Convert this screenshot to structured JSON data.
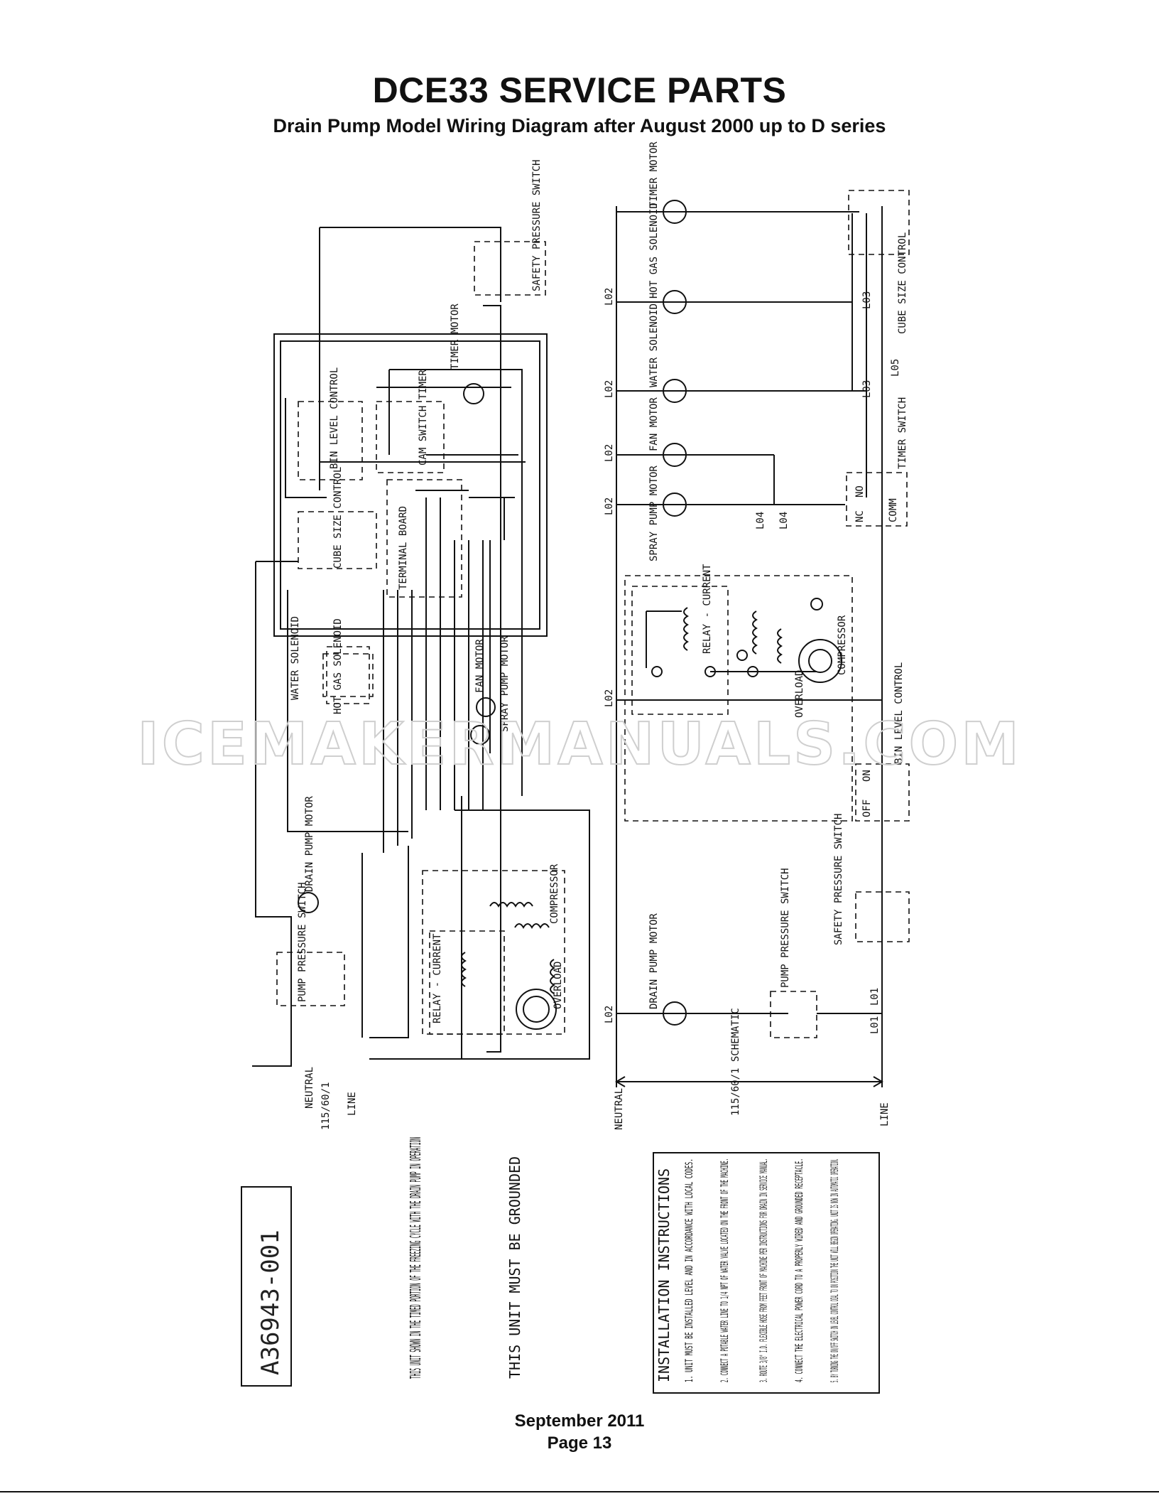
{
  "header": {
    "title": "DCE33 SERVICE PARTS",
    "subtitle": "Drain Pump Model Wiring Diagram after August 2000 up to D series"
  },
  "watermark": "ICEMAKERMANUALS.COM",
  "footer": {
    "date": "September 2011",
    "page": "Page 13"
  },
  "pictorial": {
    "components": {
      "timer_motor": "TIMER MOTOR",
      "safety_switch": "SAFETY PRESSURE SWITCH",
      "bin_level": "BIN LEVEL CONTROL",
      "cam_switch": "CAM SWITCH TIMER",
      "cube_size": "CUBE SIZE CONTROL",
      "terminal_board": "TERMINAL BOARD",
      "water_solenoid": "WATER SOLENOID",
      "hot_gas": "HOT GAS SOLENOID",
      "fan_motor": "FAN MOTOR",
      "spray_pump": "SPRAY PUMP MOTOR",
      "drain_pump": "DRAIN PUMP MOTOR",
      "pump_pressure": "PUMP PRESSURE SWITCH",
      "compressor": "COMPRESSOR",
      "relay": "RELAY - CURRENT",
      "overload": "OVERLOAD",
      "neutral": "NEUTRAL",
      "line": "LINE",
      "supply": "115/60/1"
    }
  },
  "schematic": {
    "left_labels": [
      "L02",
      "L02",
      "L02",
      "L02",
      "L02",
      "L02"
    ],
    "loads": {
      "timer_motor": "TIMER MOTOR",
      "hot_gas": "HOT GAS SOLENOID",
      "water": "WATER SOLENOID",
      "fan": "FAN MOTOR",
      "spray": "SPRAY PUMP MOTOR",
      "drain": "DRAIN PUMP MOTOR"
    },
    "right_labels": {
      "cube_size": "CUBE SIZE CONTROL",
      "timer_switch": "TIMER SWITCH",
      "bin_level": "BIN LEVEL CONTROL",
      "safety": "SAFETY PRESSURE SWITCH",
      "pump_pressure": "PUMP PRESSURE SWITCH",
      "relay": "RELAY - CURRENT",
      "compressor": "COMPRESSOR",
      "overload": "OVERLOAD"
    },
    "wires": {
      "l03a": "L03",
      "l03b": "L03",
      "l05": "L05",
      "l04a": "L04",
      "l04b": "L04",
      "l01a": "L01",
      "l01b": "L01"
    },
    "contacts": {
      "no": "NO",
      "nc": "NC",
      "comm": "COMM",
      "on": "ON",
      "off": "OFF"
    },
    "neutral": "NEUTRAL",
    "line": "LINE",
    "supply": "115/60/1 SCHEMATIC"
  },
  "notes": {
    "drawing_number": "A36943-001",
    "note1": "THIS UNIT SHOWN IN THE TIMED PORTION OF THE FREEZING CYCLE WITH THE DRAIN PUMP IN OPERATION",
    "note2": "THIS UNIT MUST BE GROUNDED"
  },
  "installation": {
    "heading": "INSTALLATION INSTRUCTIONS",
    "items": [
      "1. UNIT MUST BE INSTALLED LEVEL AND IN ACCORDANCE WITH LOCAL CODES.",
      "2. CONNECT A POTABLE WATER LINE TO 1/4 NPT OF WATER VALVE LOCATED ON THE FRONT OF THE MACHINE.",
      "3. ROUTE 3/8\" I.D. FLEXIBLE HOSE FROM FEET FRONT OF MACHINE PER INSTRUCTIONS FOR DRAIN IN SERVICE MANUAL.",
      "4. CONNECT THE ELECTRICAL POWER CORD TO A PROPERLY WIRED AND GROUNDED RECEPTACLE.",
      "5. BY TURNING THE ON/OFF SWITCH ON LEVEL CONTROL DIAL TO ON POSITION THE UNIT WILL BEGIN OPERATING. UNIT IS NOW IN AUTOMATIC OPERATION."
    ]
  }
}
